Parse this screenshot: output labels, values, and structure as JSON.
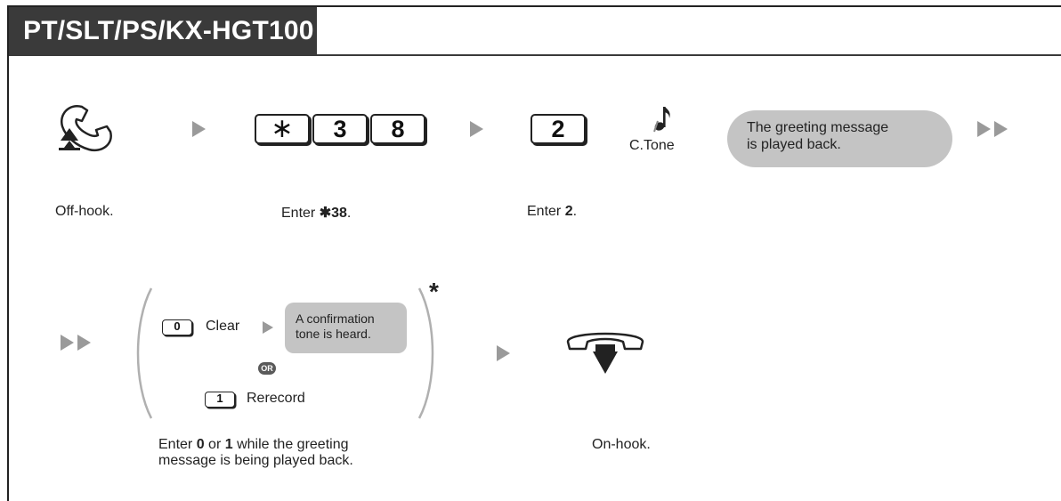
{
  "header": {
    "title": "PT/SLT/PS/KX-HGT100"
  },
  "step1": {
    "icon": "off-hook-handset-icon",
    "caption": "Off-hook."
  },
  "step2": {
    "keys": [
      "∗",
      "3",
      "8"
    ],
    "caption_prefix": "Enter ",
    "caption_bold": "✱38",
    "caption_suffix": "."
  },
  "step3": {
    "key": "2",
    "caption_prefix": "Enter ",
    "caption_bold": "2",
    "caption_suffix": "."
  },
  "tone": {
    "icon": "music-note-icon",
    "label": "C.Tone"
  },
  "greeting_bubble": {
    "line1": "The greeting message",
    "line2": "is played back."
  },
  "options": {
    "clear": {
      "key": "0",
      "label": "Clear"
    },
    "confirm_bubble": {
      "line1": "A confirmation",
      "line2": "tone is heard."
    },
    "or_label": "OR",
    "rerecord": {
      "key": "1",
      "label": "Rerecord"
    },
    "asterisk": "*",
    "caption_line1_prefix": "Enter ",
    "caption_bold_1": "0",
    "caption_mid": " or ",
    "caption_bold_2": "1",
    "caption_line1_suffix": " while the greeting",
    "caption_line2": "message is being played back."
  },
  "step_onhook": {
    "icon": "on-hook-handset-icon",
    "caption": "On-hook."
  },
  "colors": {
    "header_bg": "#3a3a3a",
    "bubble": "#c4c4c4",
    "arrow": "#9a9a9a"
  }
}
